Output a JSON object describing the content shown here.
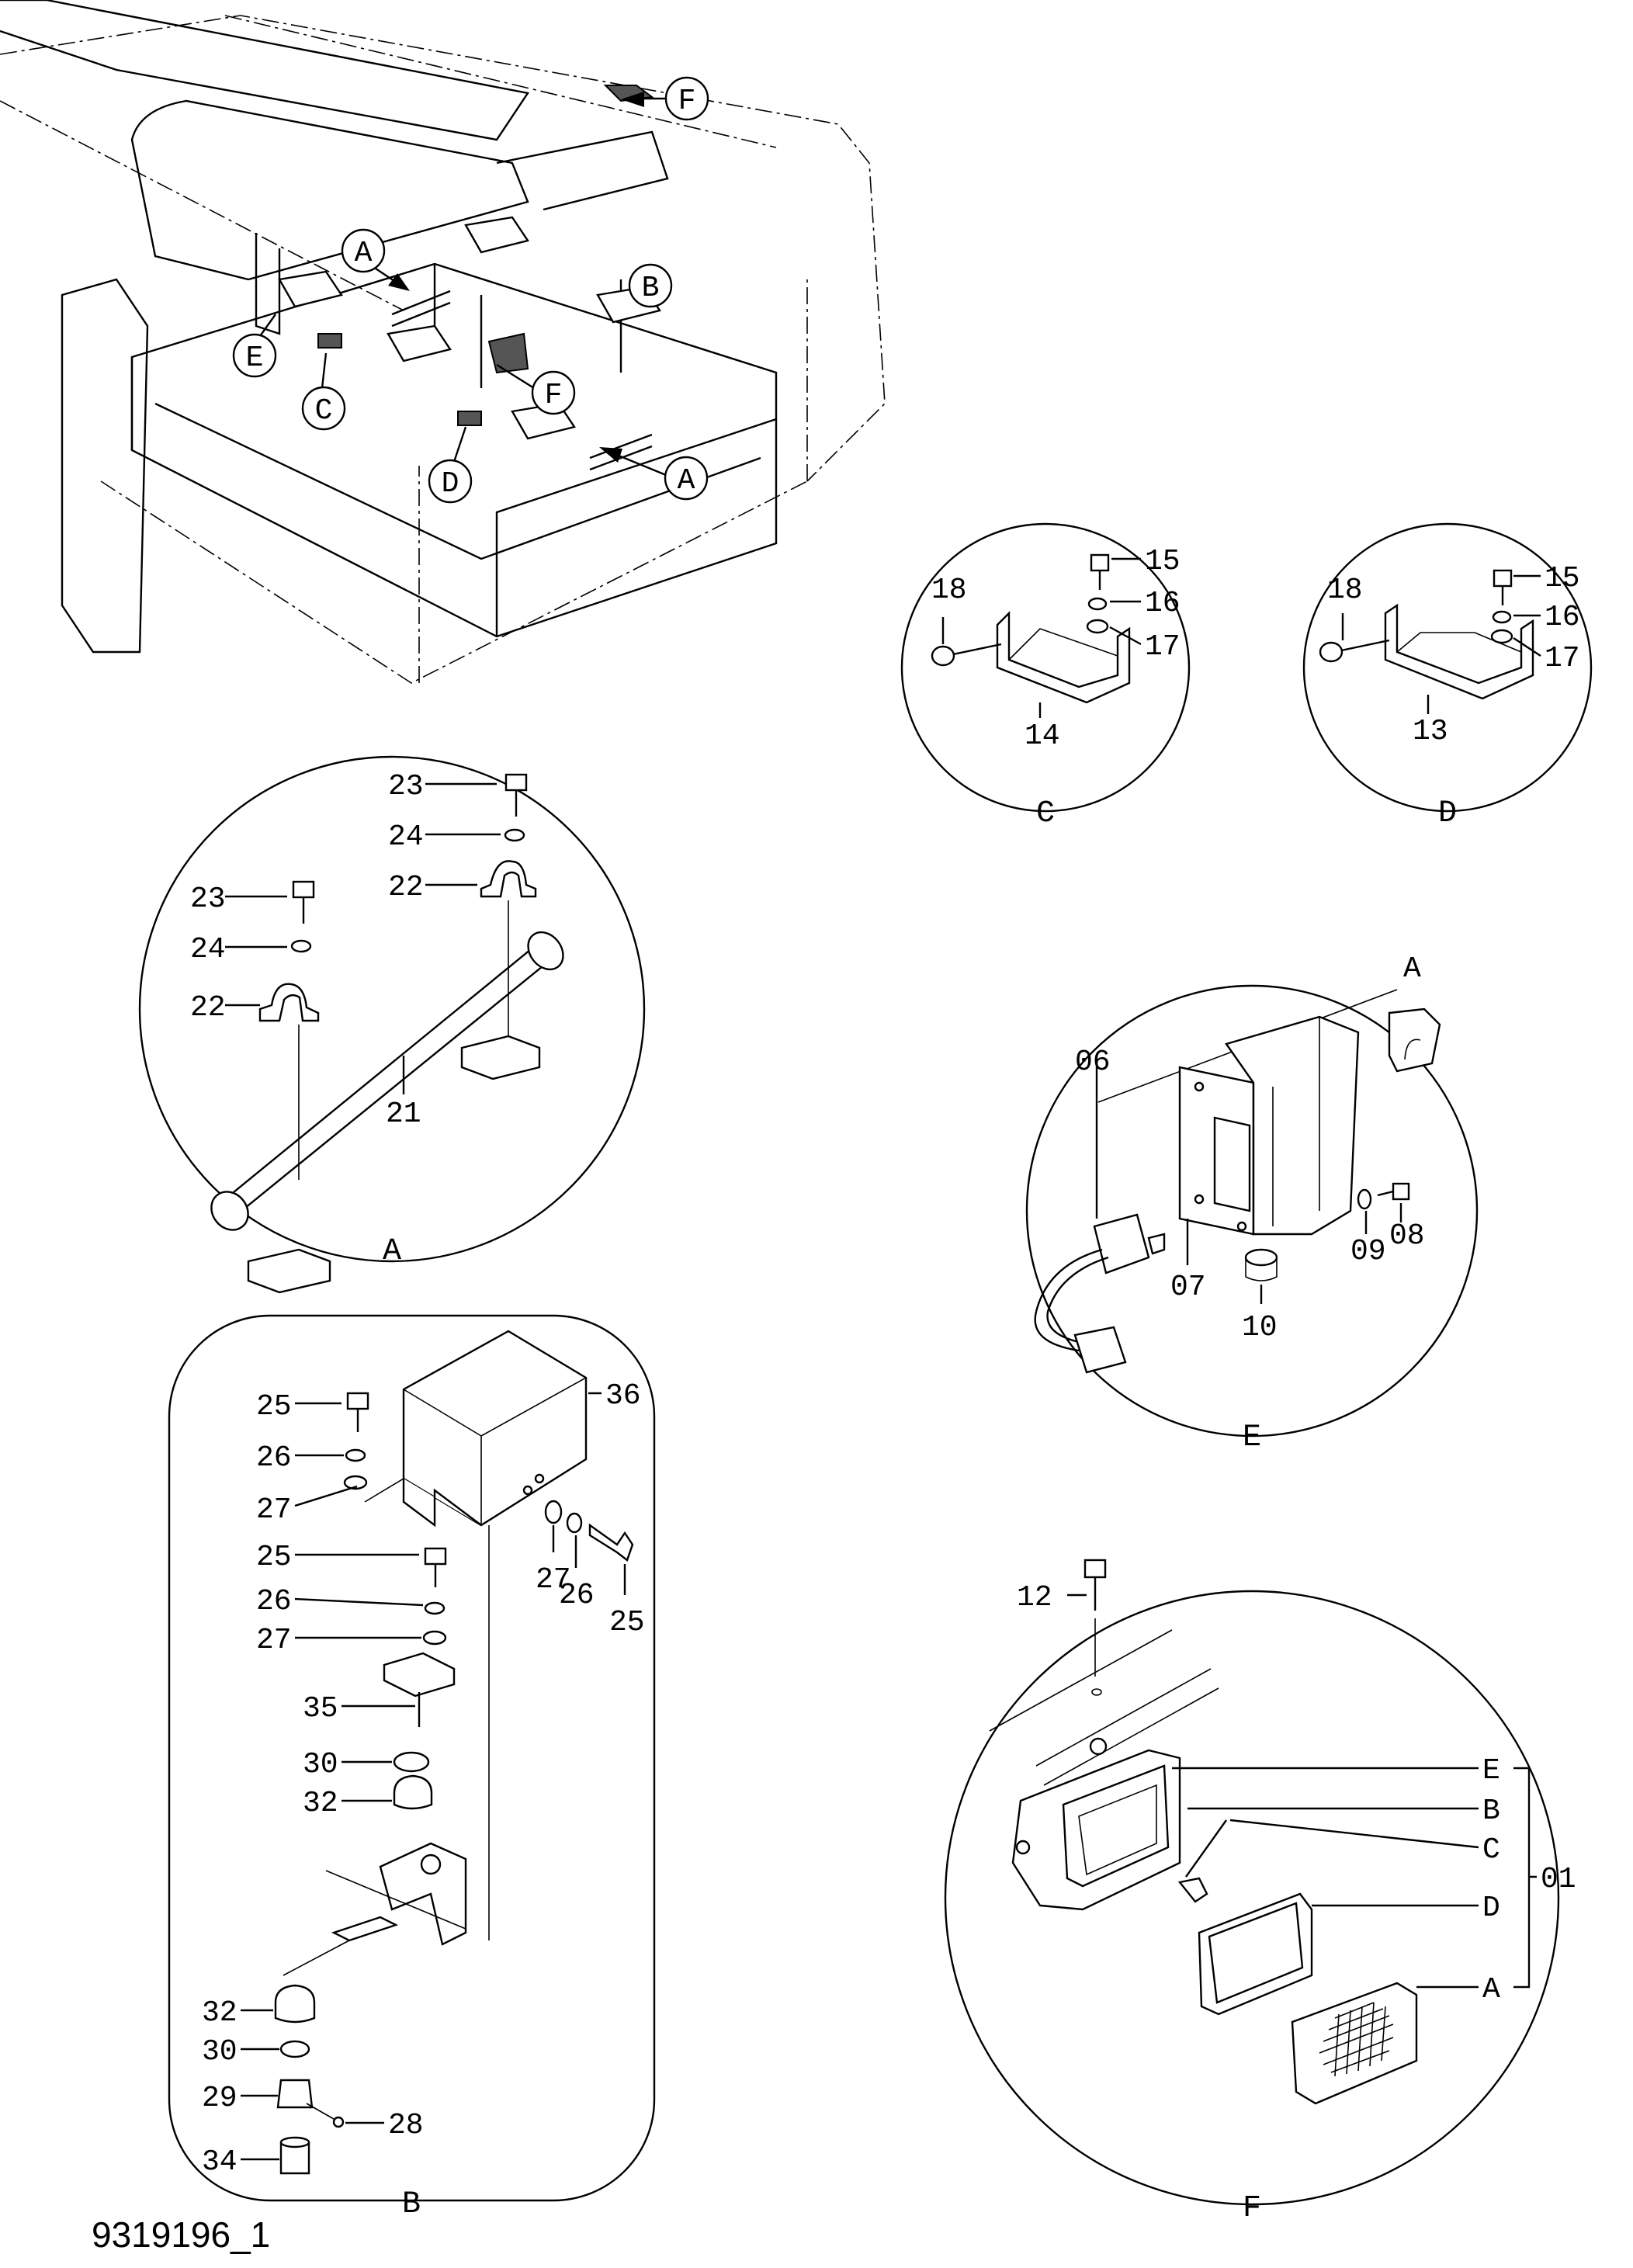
{
  "drawing_number": "9319196_1",
  "overview_callouts": [
    "F",
    "A",
    "B",
    "E",
    "C",
    "F",
    "D",
    "A"
  ],
  "details": {
    "C": {
      "caption": "C",
      "labels": [
        "18",
        "15",
        "16",
        "17",
        "14"
      ]
    },
    "D": {
      "caption": "D",
      "labels": [
        "18",
        "15",
        "16",
        "17",
        "13"
      ]
    },
    "A": {
      "caption": "A",
      "labels": [
        "23",
        "24",
        "22",
        "23",
        "24",
        "22",
        "21"
      ]
    },
    "E": {
      "caption": "E",
      "ref": "A",
      "labels": [
        "06",
        "07",
        "09",
        "08",
        "10"
      ]
    },
    "B": {
      "caption": "B",
      "labels": [
        "25",
        "26",
        "27",
        "36",
        "27",
        "26",
        "25",
        "25",
        "26",
        "27",
        "35",
        "30",
        "32",
        "32",
        "30",
        "29",
        "28",
        "34"
      ]
    },
    "F": {
      "caption": "F",
      "labels": [
        "12",
        "E",
        "B",
        "C",
        "D",
        "A",
        "01"
      ]
    }
  }
}
